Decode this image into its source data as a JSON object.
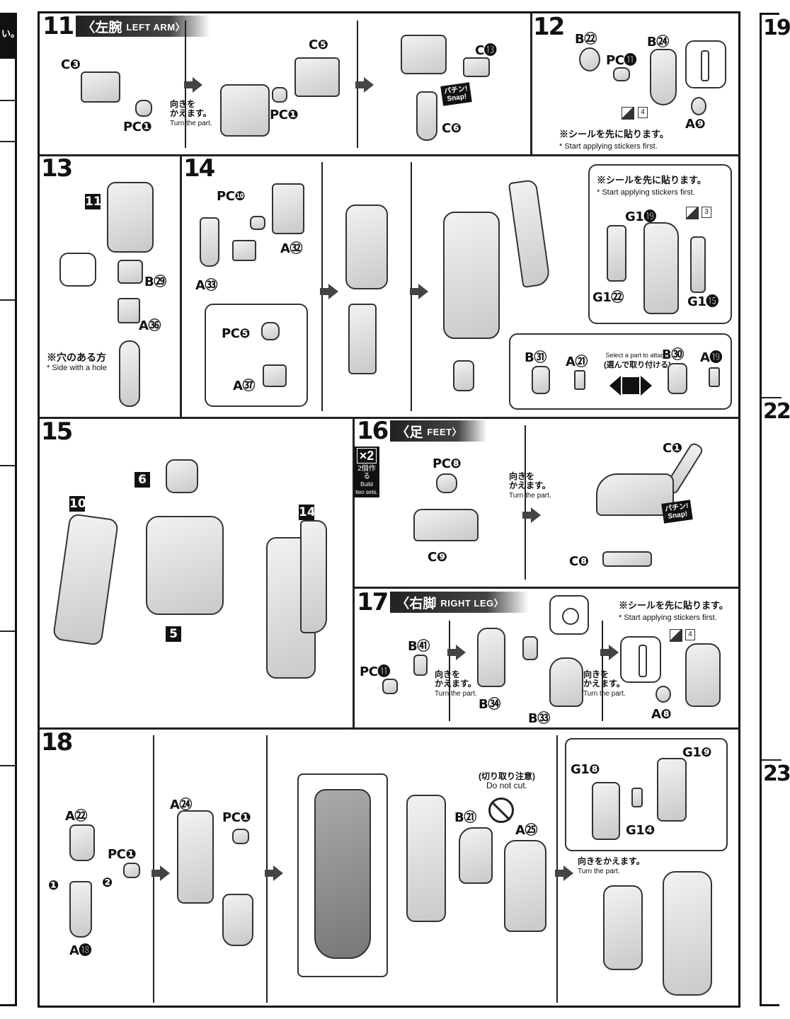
{
  "left_strip": {
    "text": "い。"
  },
  "right_strip": {
    "num1": "19",
    "num2": "22",
    "num3": "23"
  },
  "step11": {
    "number": "11",
    "title_jp": "〈左腕",
    "title_en": "LEFT ARM〉",
    "labels": {
      "c3": "C❸",
      "pc1a": "PC❶",
      "c5": "C❺",
      "pc1b": "PC❶",
      "c13": "C⓭",
      "c6": "C❻"
    },
    "turn_jp": "向きを\nかえます。",
    "turn_en": "Turn the part.",
    "snap": "パチン!\nSnap!"
  },
  "step12": {
    "number": "12",
    "labels": {
      "b22": "B㉒",
      "b24": "B㉔",
      "pc11": "PC⓫",
      "a9": "A❾"
    },
    "sticker_num": "4",
    "note_jp": "※シールを先に貼ります。",
    "note_en": "* Start applying stickers first."
  },
  "step13": {
    "number": "13",
    "ref": "11",
    "labels": {
      "b29": "B㉙",
      "a36": "A㊱"
    },
    "note_jp": "※穴のある方",
    "note_en": "* Side with a hole"
  },
  "step14": {
    "number": "14",
    "labels": {
      "pc10": "PC❿",
      "a32": "A㉜",
      "a33": "A㉝",
      "pc5": "PC❺",
      "a37": "A㊲",
      "g119": "G1⓳",
      "g122": "G1㉒",
      "g115": "G1⓯",
      "b31": "B㉛",
      "a21": "A㉑",
      "b30": "B㉚",
      "a19": "A⓳"
    },
    "sticker_num": "3",
    "note_jp": "※シールを先に貼ります。",
    "note_en": "* Start applying stickers first.",
    "select_en": "Select a part to attach.",
    "select_jp": "(選んで取り付ける)"
  },
  "step15": {
    "number": "15",
    "refs": {
      "r6": "6",
      "r10": "10",
      "r14": "14",
      "r5": "5"
    }
  },
  "step16": {
    "number": "16",
    "title_jp": "〈足",
    "title_en": "FEET〉",
    "x2": "×2",
    "x2_jp": "2個作る",
    "x2_en": "Build two sets.",
    "labels": {
      "pc8": "PC❽",
      "c9": "C❾",
      "c1": "C❶",
      "c8": "C❽"
    },
    "turn_jp": "向きを\nかえます。",
    "turn_en": "Turn the part.",
    "snap": "パチン!\nSnap!"
  },
  "step17": {
    "number": "17",
    "title_jp": "〈右脚",
    "title_en": "RIGHT LEG〉",
    "labels": {
      "b41": "B㊶",
      "pc11": "PC⓫",
      "b34": "B㉞",
      "b33": "B㉝",
      "a8": "A❽"
    },
    "turn_jp": "向きを\nかえます。",
    "turn_en": "Turn the part.",
    "sticker_num": "4",
    "note_jp": "※シールを先に貼ります。",
    "note_en": "* Start applying stickers first."
  },
  "step18": {
    "number": "18",
    "labels": {
      "a22": "A㉒",
      "pc1a": "PC❶",
      "a18": "A⓲",
      "a24": "A㉔",
      "pc1b": "PC❶",
      "b21": "B㉑",
      "a25": "A㉕",
      "g18": "G1❽",
      "g19": "G1❾",
      "g14": "G1❹"
    },
    "order1": "❶",
    "order2": "❷",
    "cut_jp": "(切り取り注意)",
    "cut_en": "Do not cut.",
    "turn_jp": "向きをかえます。",
    "turn_en": "Turn the part."
  }
}
